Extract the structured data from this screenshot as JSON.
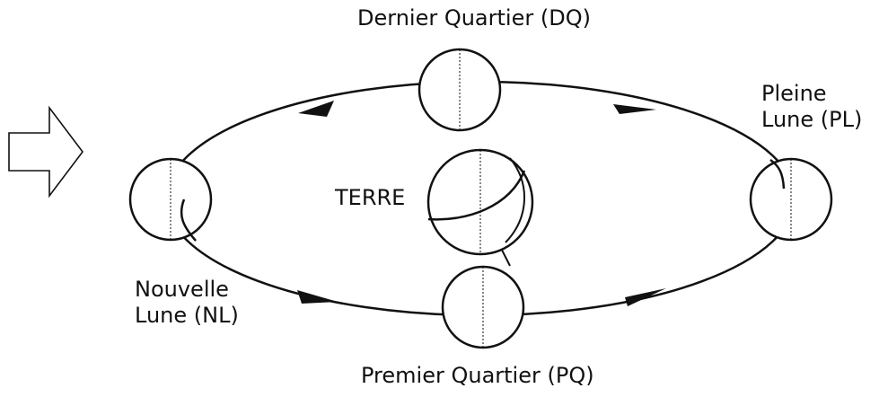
{
  "diagram": {
    "earth_label": "TERRE",
    "phases": {
      "dq": {
        "label": "Dernier Quartier (DQ)"
      },
      "pl": {
        "line1": "Pleine",
        "line2": "Lune (PL)"
      },
      "nl": {
        "line1": "Nouvelle",
        "line2": "Lune (NL)"
      },
      "pq": {
        "label": "Premier Quartier (PQ)"
      }
    }
  }
}
